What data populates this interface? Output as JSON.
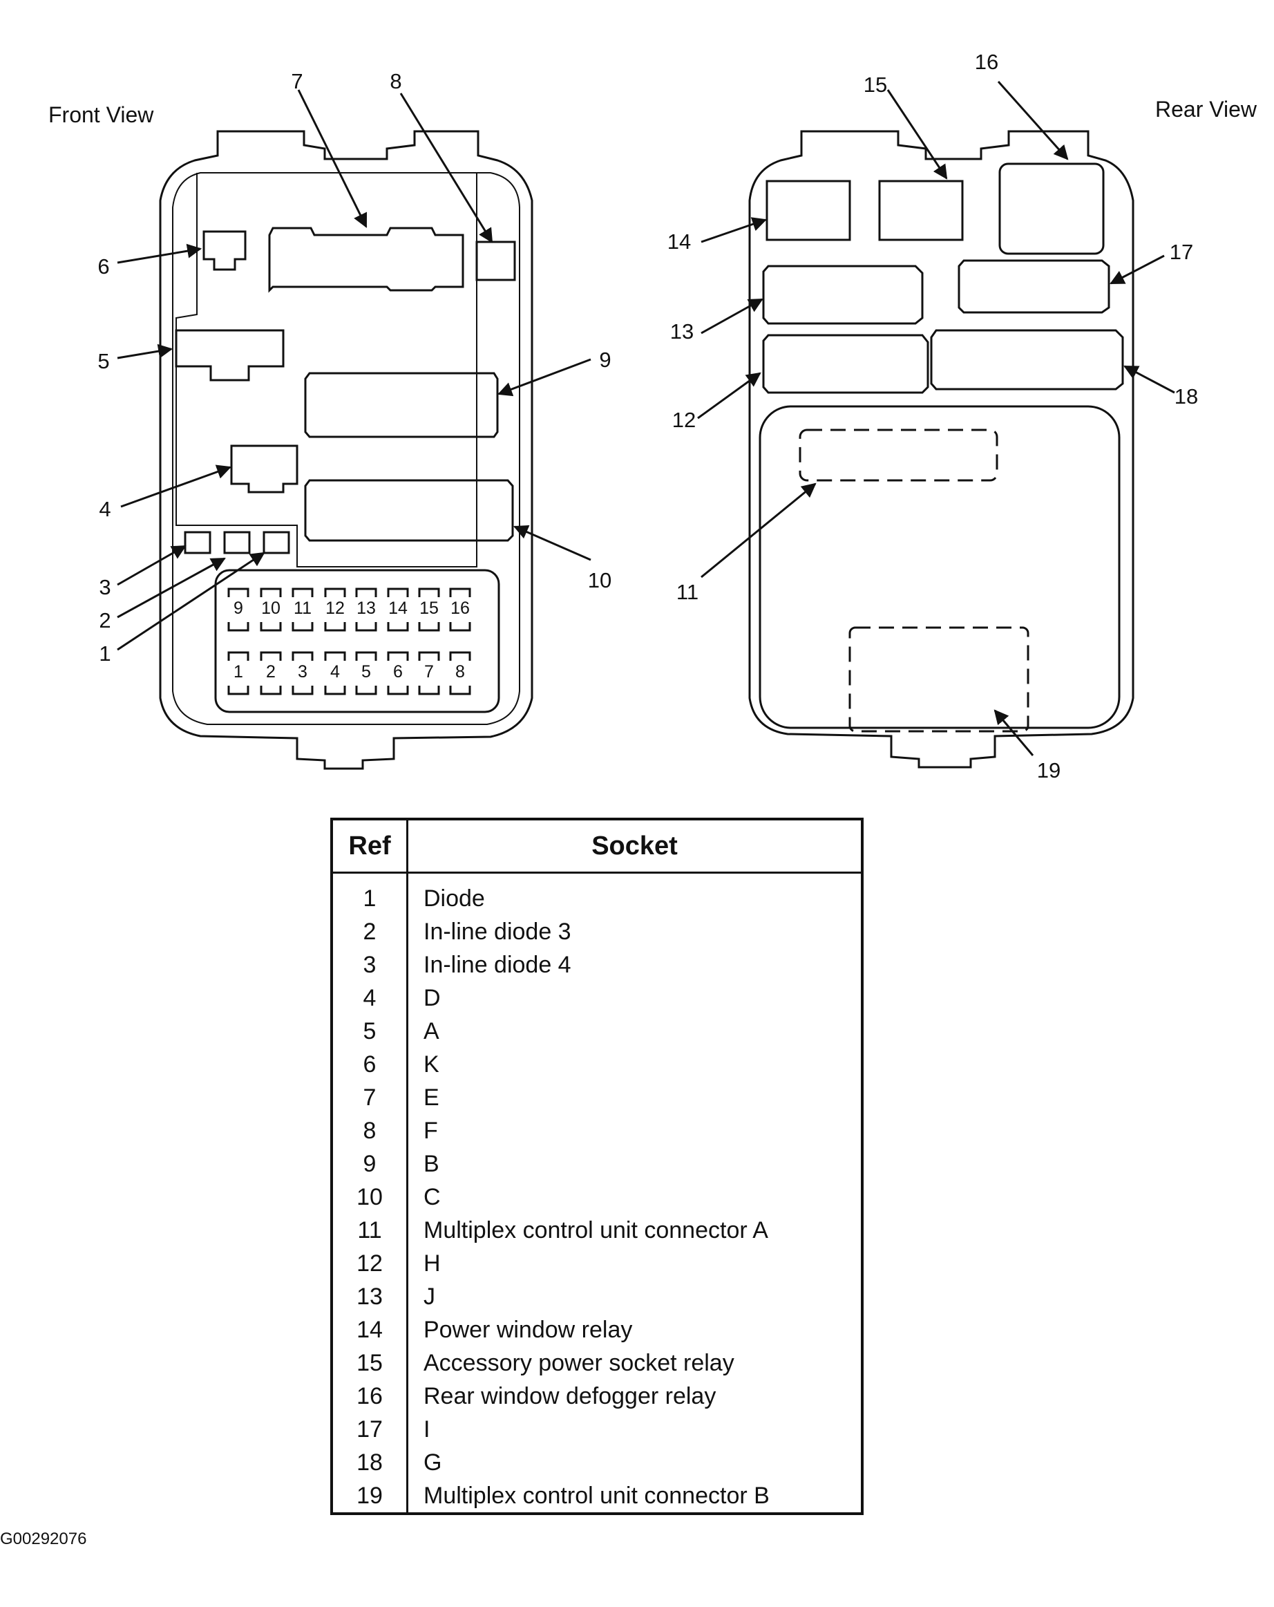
{
  "views": {
    "front_label": "Front View",
    "rear_label": "Rear View"
  },
  "front_callouts": [
    "1",
    "2",
    "3",
    "4",
    "5",
    "6",
    "7",
    "8",
    "9",
    "10"
  ],
  "rear_callouts": [
    "11",
    "12",
    "13",
    "14",
    "15",
    "16",
    "17",
    "18",
    "19"
  ],
  "fuse_numbers": {
    "top_row": [
      "9",
      "10",
      "11",
      "12",
      "13",
      "14",
      "15",
      "16"
    ],
    "bottom_row": [
      "1",
      "2",
      "3",
      "4",
      "5",
      "6",
      "7",
      "8"
    ]
  },
  "table": {
    "headers": {
      "ref": "Ref",
      "socket": "Socket"
    },
    "rows": [
      {
        "ref": "1",
        "socket": "Diode"
      },
      {
        "ref": "2",
        "socket": "In-line diode 3"
      },
      {
        "ref": "3",
        "socket": "In-line diode 4"
      },
      {
        "ref": "4",
        "socket": "D"
      },
      {
        "ref": "5",
        "socket": "A"
      },
      {
        "ref": "6",
        "socket": "K"
      },
      {
        "ref": "7",
        "socket": "E"
      },
      {
        "ref": "8",
        "socket": "F"
      },
      {
        "ref": "9",
        "socket": "B"
      },
      {
        "ref": "10",
        "socket": "C"
      },
      {
        "ref": "11",
        "socket": "Multiplex control unit connector A"
      },
      {
        "ref": "12",
        "socket": "H"
      },
      {
        "ref": "13",
        "socket": "J"
      },
      {
        "ref": "14",
        "socket": "Power window relay"
      },
      {
        "ref": "15",
        "socket": "Accessory power socket relay"
      },
      {
        "ref": "16",
        "socket": "Rear window defogger relay"
      },
      {
        "ref": "17",
        "socket": "I"
      },
      {
        "ref": "18",
        "socket": "G"
      },
      {
        "ref": "19",
        "socket": "Multiplex control unit connector B"
      }
    ]
  },
  "doc_id": "G00292076"
}
